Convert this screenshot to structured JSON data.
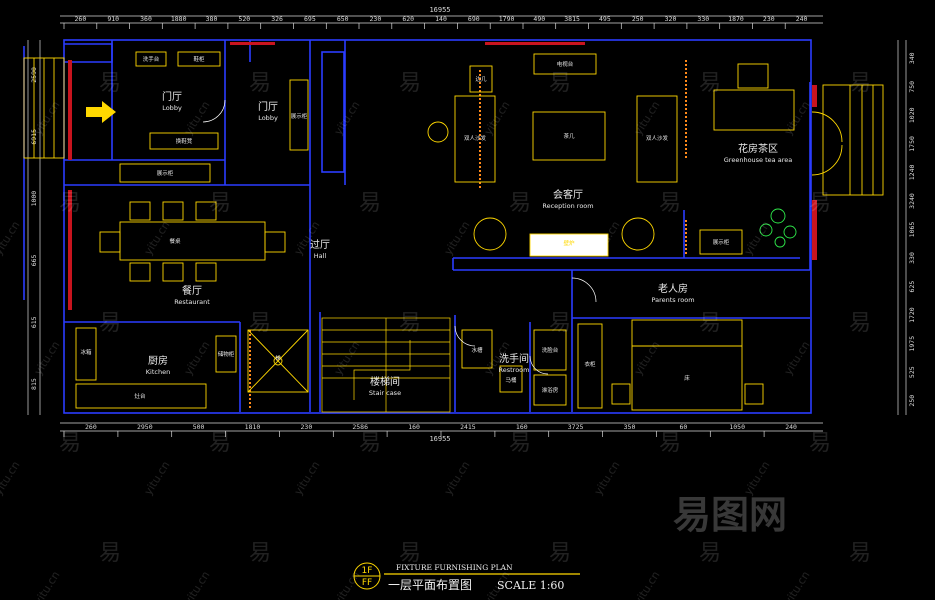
{
  "colors": {
    "wall": "#2a3cff",
    "furniture": "#ffd800",
    "dim": "#d8d8d8",
    "red": "#c8141e",
    "white": "#ffffff"
  },
  "dims_top": [
    "260",
    "910",
    "360",
    "1880",
    "380",
    "520",
    "326",
    "695",
    "650",
    "230",
    "620",
    "140",
    "690",
    "1790",
    "490",
    "3815",
    "495",
    "250",
    "320",
    "330",
    "1870",
    "230",
    "240"
  ],
  "dim_total_top": "16955",
  "dims_bottom": [
    "260",
    "2950",
    "500",
    "1810",
    "230",
    "2586",
    "160",
    "2415",
    "160",
    "3725",
    "350",
    "60",
    "1050",
    "240"
  ],
  "dim_total_bottom": "16955",
  "dims_left": [
    "2590",
    "6915",
    "1000",
    "665",
    "615",
    "815"
  ],
  "dims_right": [
    "340",
    "750",
    "1020",
    "1750",
    "1240",
    "3240",
    "1065",
    "330",
    "625",
    "1720",
    "1975",
    "525",
    "250"
  ],
  "rooms": {
    "lobby1": {
      "cn": "门厅",
      "en": "Lobby"
    },
    "lobby2": {
      "cn": "门厅",
      "en": "Lobby"
    },
    "hall": {
      "cn": "过厅",
      "en": "Hall"
    },
    "reception": {
      "cn": "会客厅",
      "en": "Reception room"
    },
    "greenhouse": {
      "cn": "花房茶区",
      "en": "Greenhouse tea area"
    },
    "restaurant": {
      "cn": "餐厅",
      "en": "Restaurant"
    },
    "parents": {
      "cn": "老人房",
      "en": "Parents room"
    },
    "kitchen": {
      "cn": "厨房",
      "en": "Kitchen"
    },
    "staircase": {
      "cn": "楼梯间",
      "en": "Stair case"
    },
    "restroom": {
      "cn": "洗手间",
      "en": "Restroom"
    }
  },
  "furniture": {
    "wash_table": "洗手台",
    "shoe_cab": "鞋柜",
    "shoe_bench": "换鞋凳",
    "display_cab": "展示柜",
    "display_cab2": "展示柜",
    "display_cab3": "展示柜",
    "side_table": "边几",
    "tv_stand": "电视台",
    "sofa_l": "双人沙发",
    "sofa_r": "双人沙发",
    "tea_table": "茶几",
    "dining_table": "餐桌",
    "fireplace": "壁炉",
    "wardrobe": "衣柜",
    "fridge": "冰箱",
    "toilet": "马桶",
    "vanity": "洗脸台",
    "shower": "淋浴房",
    "hob": "灶台",
    "storage": "储物柜",
    "sink": "水槽",
    "ladder": "梯",
    "bed": "床"
  },
  "title_block": {
    "code_top": "1F",
    "code_bottom": "FF",
    "en": "FIXTURE FURNISHING PLAN",
    "cn": "一层平面布置图",
    "scale": "SCALE 1:60"
  },
  "watermark": {
    "small": "易",
    "site": "yitu.cn",
    "logo": "易图网"
  }
}
